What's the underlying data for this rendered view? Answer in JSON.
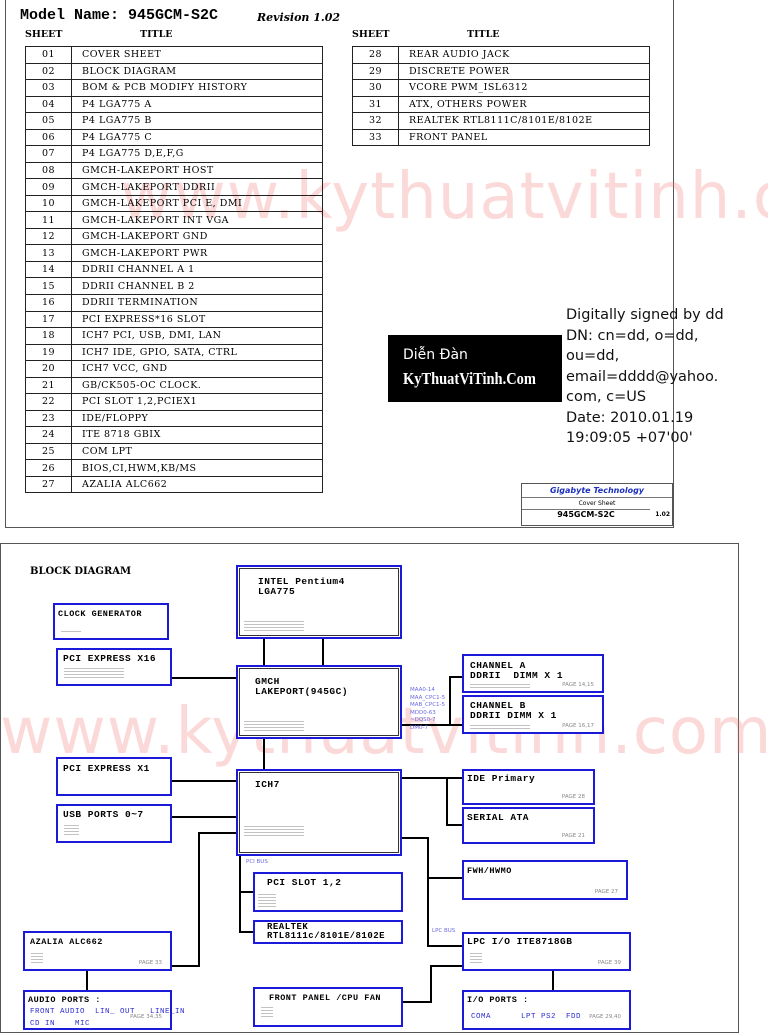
{
  "cover": {
    "model": "Model Name: 945GCM-S2C",
    "revision": "Revision 1.02",
    "sheet_header": "SHEET",
    "title_header": "TITLE",
    "left_table": [
      [
        "01",
        "COVER SHEET"
      ],
      [
        "02",
        "BLOCK DIAGRAM"
      ],
      [
        "03",
        "BOM & PCB MODIFY HISTORY"
      ],
      [
        "04",
        "P4 LGA775 A"
      ],
      [
        "05",
        "P4 LGA775 B"
      ],
      [
        "06",
        "P4 LGA775 C"
      ],
      [
        "07",
        "P4 LGA775 D,E,F,G"
      ],
      [
        "08",
        "GMCH-LAKEPORT HOST"
      ],
      [
        "09",
        "GMCH-LAKEPORT DDRII"
      ],
      [
        "10",
        "GMCH-LAKEPORT PCI E, DMI"
      ],
      [
        "11",
        "GMCH-LAKEPORT INT VGA"
      ],
      [
        "12",
        "GMCH-LAKEPORT GND"
      ],
      [
        "13",
        "GMCH-LAKEPORT PWR"
      ],
      [
        "14",
        "DDRII CHANNEL A 1"
      ],
      [
        "15",
        "DDRII CHANNEL B 2"
      ],
      [
        "16",
        "DDRII TERMINATION"
      ],
      [
        "17",
        "PCI EXPRESS*16 SLOT"
      ],
      [
        "18",
        "ICH7 PCI, USB, DMI, LAN"
      ],
      [
        "19",
        "ICH7 IDE, GPIO, SATA, CTRL"
      ],
      [
        "20",
        "ICH7 VCC, GND"
      ],
      [
        "21",
        "GB/CK505-OC CLOCK."
      ],
      [
        "22",
        "PCI SLOT 1,2,PCIEX1"
      ],
      [
        "23",
        "IDE/FLOPPY"
      ],
      [
        "24",
        "ITE 8718 GBIX"
      ],
      [
        "25",
        "COM LPT"
      ],
      [
        "26",
        "BIOS,CI,HWM,KB/MS"
      ],
      [
        "27",
        "AZALIA ALC662"
      ]
    ],
    "right_table": [
      [
        "28",
        "REAR AUDIO JACK"
      ],
      [
        "29",
        "DISCRETE  POWER"
      ],
      [
        "30",
        "VCORE PWM_ISL6312"
      ],
      [
        "31",
        "ATX,  OTHERS POWER"
      ],
      [
        "32",
        "REALTEK RTL8111C/8101E/8102E"
      ],
      [
        "33",
        "FRONT PANEL"
      ]
    ],
    "watermark": "www.kythuatvitinh.com",
    "stamp": {
      "line1": "Diễn Đàn",
      "line2": "KyThuatViTinh.Com"
    },
    "signature": [
      "Digitally signed by dd",
      "DN: cn=dd, o=dd,",
      "ou=dd,",
      "email=dddd@yahoo.",
      "com, c=US",
      "Date: 2010.01.19",
      "19:09:05 +07'00'"
    ],
    "title_block": {
      "company": "Gigabyte Technology",
      "title": "Cover Sheet",
      "doc": "945GCM-S2C",
      "rev": "1.02"
    }
  },
  "block": {
    "title": "BLOCK DIAGRAM",
    "watermark": "www.kythuatvitinh.com",
    "cpu": "INTEL Pentium4\nLGA775",
    "clock": "CLOCK GENERATOR",
    "pcie16": "PCI EXPRESS X16",
    "gmch": "GMCH\nLAKEPORT(945GC)",
    "chA": "CHANNEL A\nDDRII  DIMM X 1",
    "chA_page": "PAGE 14,15",
    "chB": "CHANNEL B\nDDRII DIMM X 1",
    "chB_page": "PAGE 16,17",
    "mem_bus": "MAA0-14\nMAA_CPC1-5\nMAB_CPC1-5\nMDD0-63\n~DQS0-7\nDM0-7",
    "pcie1": "PCI EXPRESS X1",
    "usb": "USB PORTS 0~7",
    "ich7": "ICH7",
    "ide": "IDE Primary",
    "ide_page": "PAGE 28",
    "sata": "SERIAL ATA",
    "sata_page": "PAGE 21",
    "pci_bus": "PCI BUS",
    "fwh": "FWH/HWMO",
    "fwh_page": "PAGE 27",
    "pci_slot": "PCI SLOT 1,2",
    "realtek": "REALTEK\nRTL8111c/8101E/8102E",
    "lpc_bus": "LPC BUS",
    "lpc": "LPC I/O ITE8718GB",
    "lpc_page": "PAGE 39",
    "azalia": "AZALIA ALC662",
    "azalia_page": "PAGE 33",
    "audio": "AUDIO PORTS :",
    "audio_items": "FRONT AUDIO  LIN_ OUT   LINE_IN",
    "audio_items2": "CD IN    MIC",
    "audio_page": "PAGE 34,35",
    "front": "FRONT PANEL /CPU FAN",
    "io": "I/O PORTS :",
    "io_items": "COMA      LPT PS2  FDD",
    "io_page": "PAGE 29,40"
  }
}
